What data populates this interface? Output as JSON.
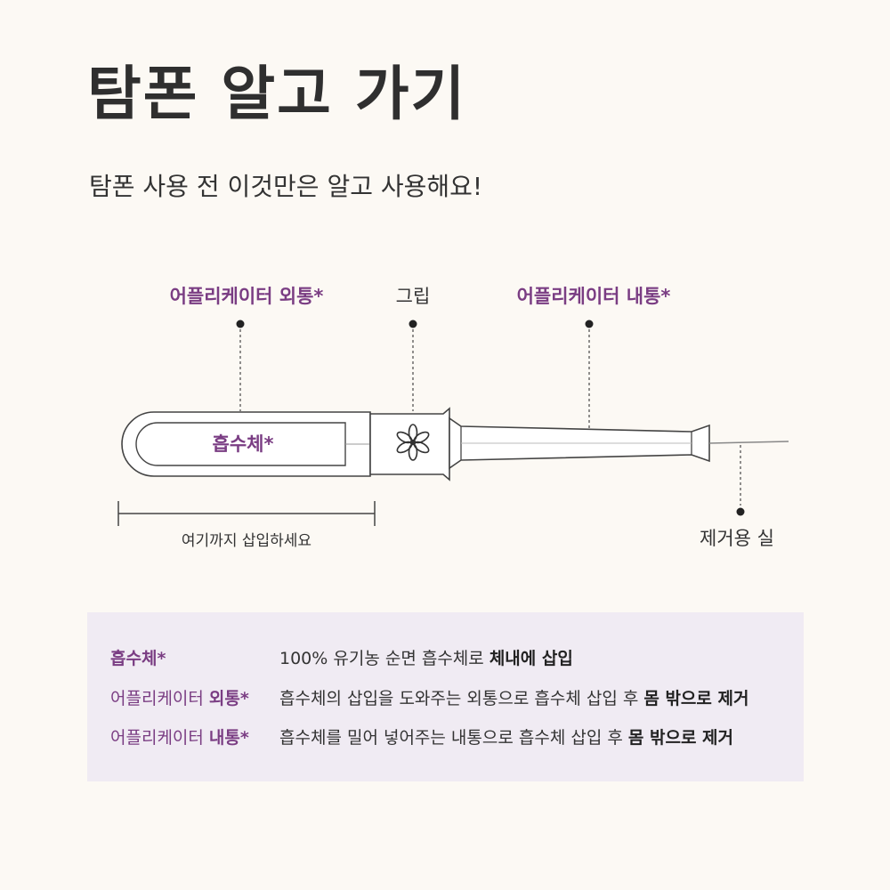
{
  "title": "탐폰 알고 가기",
  "subtitle": "탐폰 사용 전 이것만은 알고 사용해요!",
  "diagram": {
    "label_outer": "어플리케이터 외통*",
    "label_grip": "그립",
    "label_inner": "어플리케이터 내통*",
    "label_absorbent": "흡수체*",
    "label_insert_depth": "여기까지 삽입하세요",
    "label_string": "제거용 실"
  },
  "colors": {
    "accent": "#7a3d83",
    "background": "#fcf9f4",
    "info_box": "#f0ebf3",
    "text": "#333333"
  },
  "info": [
    {
      "label_prefix": "흡수체*",
      "label_bold": "",
      "desc": "100% 유기농 순면 흡수체로 ",
      "desc_bold": "체내에 삽입"
    },
    {
      "label_prefix": "어플리케이터 ",
      "label_bold": "외통*",
      "desc": "흡수체의 삽입을 도와주는 외통으로 흡수체 삽입 후 ",
      "desc_bold": "몸 밖으로 제거"
    },
    {
      "label_prefix": "어플리케이터 ",
      "label_bold": "내통*",
      "desc": "흡수체를 밀어 넣어주는 내통으로 흡수체 삽입 후 ",
      "desc_bold": "몸 밖으로 제거"
    }
  ]
}
